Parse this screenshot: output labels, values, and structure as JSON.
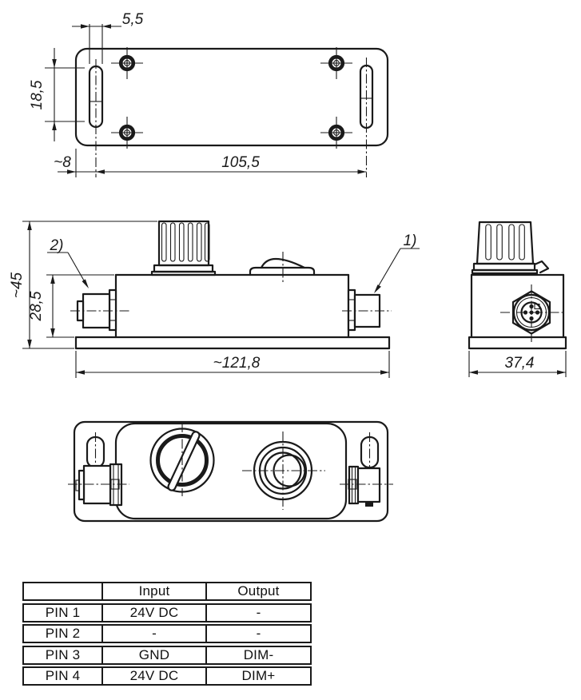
{
  "dimensions": {
    "slot_width": "5,5",
    "slot_length": "18,5",
    "edge_to_slot": "~8",
    "slot_spacing": "105,5",
    "total_height": "~45",
    "body_height": "28,5",
    "total_width": "~121,8",
    "depth": "37,4"
  },
  "callouts": {
    "output": "1)",
    "input": "2)"
  },
  "pin_table": {
    "headers": [
      "",
      "Input",
      "Output"
    ],
    "rows": [
      [
        "PIN 1",
        "24V DC",
        "-"
      ],
      [
        "PIN 2",
        "-",
        "-"
      ],
      [
        "PIN 3",
        "GND",
        "DIM-"
      ],
      [
        "PIN 4",
        "24V DC",
        "DIM+"
      ]
    ]
  },
  "colors": {
    "line": "#1a1a1a",
    "background": "#ffffff"
  }
}
